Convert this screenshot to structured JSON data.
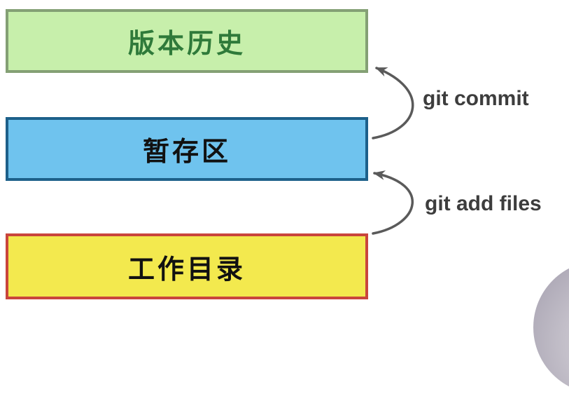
{
  "diagram": {
    "type": "git-workflow-diagram",
    "background_color": "#ffffff",
    "boxes": [
      {
        "id": "version-history",
        "label": "版本历史",
        "fill": "#c7efab",
        "border_color": "#84a075",
        "text_color": "#2f7a3a"
      },
      {
        "id": "staging-area",
        "label": "暂存区",
        "fill": "#6fc3ee",
        "border_color": "#1d608a",
        "text_color": "#111111"
      },
      {
        "id": "working-directory",
        "label": "工作目录",
        "fill": "#f3e94e",
        "border_color": "#c9453c",
        "text_color": "#111111"
      }
    ],
    "arrows": [
      {
        "label": "git commit",
        "from": "staging-area",
        "to": "version-history"
      },
      {
        "label": "git add files",
        "from": "working-directory",
        "to": "staging-area"
      }
    ],
    "arrow_color": "#5a5a5a",
    "label_color": "#3d3d3d",
    "corner_shape": {
      "description": "partial gray circle overlay, bottom-right corner",
      "color": "#b3afbb"
    }
  }
}
